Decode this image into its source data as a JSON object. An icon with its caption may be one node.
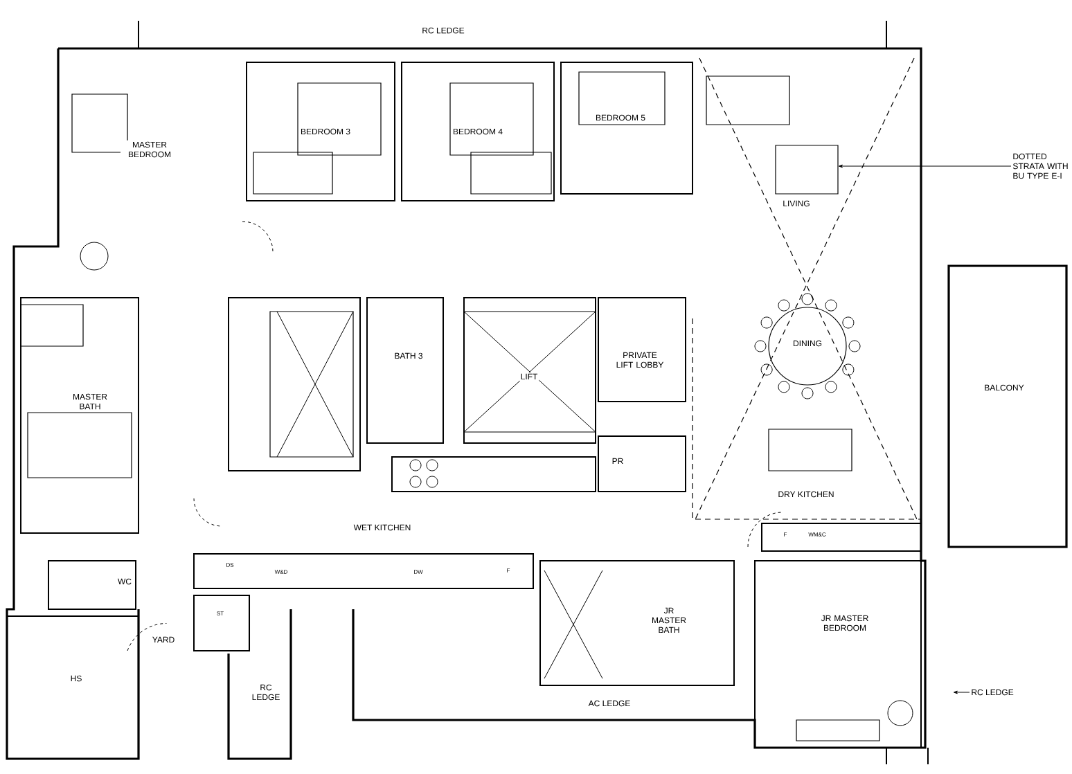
{
  "diagram": {
    "nodes": [
      {
        "text": [
          "DOTTED STRATA WITH BU TYPE E-I"
        ]
      },
      {
        "text": [
          "RC LEDGE"
        ]
      }
    ],
    "edges": [
      {
        "from": 0,
        "to": null,
        "arrow": "to"
      },
      {
        "from": 1,
        "to": null,
        "arrow": "to"
      }
    ],
    "labels": [
      "RC LEDGE",
      "MASTER BEDROOM",
      "BEDROOM 3",
      "BEDROOM 4",
      "BEDROOM 5",
      "LIVING",
      "DINING",
      "BALCONY",
      "MASTER BATH",
      "BATH 3",
      "LIFT",
      "PRIVATE LIFT LOBBY",
      "PR",
      "DRY KITCHEN",
      "WET KITCHEN",
      "WC",
      "DS",
      "W&D",
      "DW",
      "F",
      "ST",
      "F",
      "WM&C",
      "YARD",
      "HS",
      "RC LEDGE",
      "JR MASTER BATH",
      "JR MASTER BEDROOM",
      "AC LEDGE"
    ]
  }
}
